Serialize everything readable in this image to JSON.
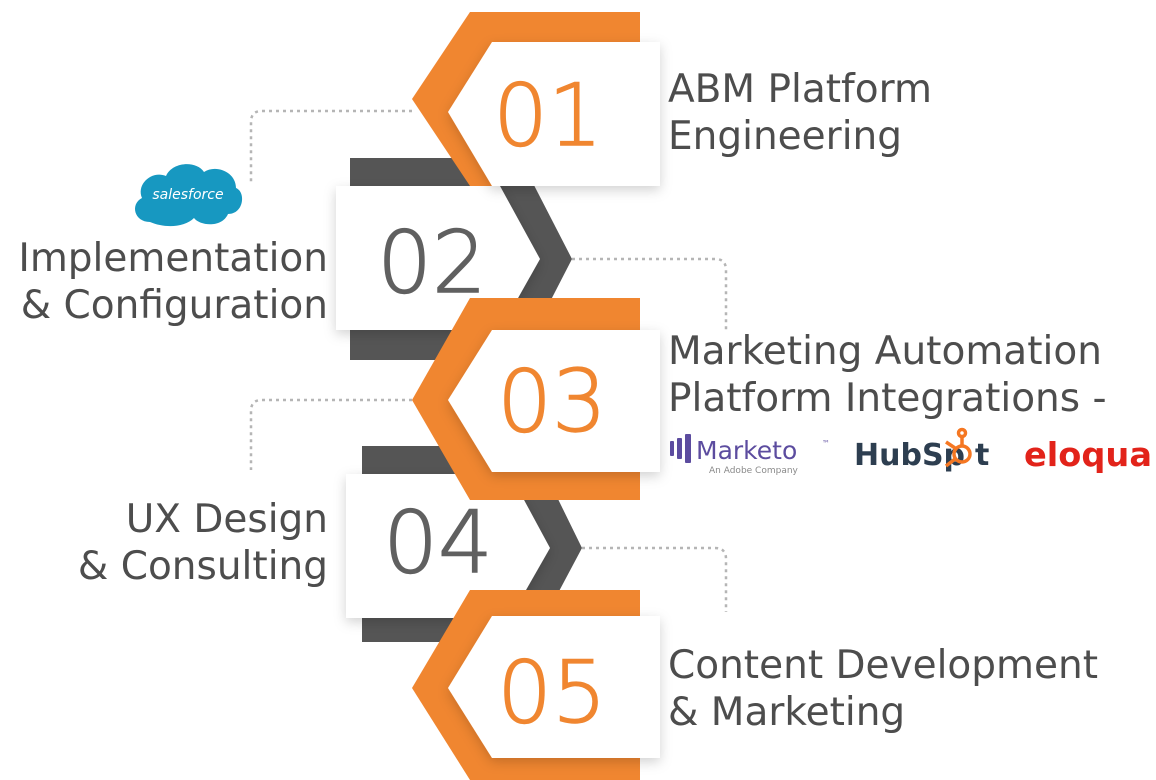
{
  "colors": {
    "orange": "#f08630",
    "dark": "#555555",
    "text": "#4d4d4d",
    "number_text": "#606060",
    "connector": "#b5b5b5"
  },
  "steps": [
    {
      "number": "01",
      "title_line1": "ABM Platform",
      "title_line2": "Engineering"
    },
    {
      "number": "02",
      "title_line1": "Implementation",
      "title_line2": "& Configuration"
    },
    {
      "number": "03",
      "title_line1": "Marketing Automation",
      "title_line2": "Platform Integrations -"
    },
    {
      "number": "04",
      "title_line1": "UX Design",
      "title_line2": "& Consulting"
    },
    {
      "number": "05",
      "title_line1": "Content Development",
      "title_line2": "& Marketing"
    }
  ],
  "logos": {
    "salesforce": {
      "text": "salesforce",
      "color": "#1798c1"
    },
    "marketo": {
      "text": "Marketo",
      "tm": "™",
      "subtitle": "An Adobe Company",
      "color": "#5c4c9f"
    },
    "hubspot": {
      "text_a": "HubSp",
      "text_b": "t",
      "color": "#2d3e50",
      "accent": "#f57722"
    },
    "eloqua": {
      "text": "eloqua",
      "color": "#e2231a"
    }
  }
}
